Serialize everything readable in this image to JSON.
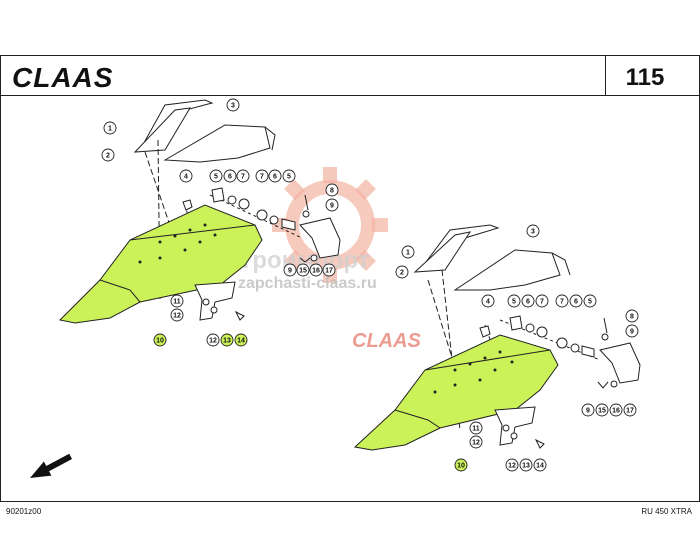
{
  "header": {
    "brand": "CLAAS",
    "page_number": "115"
  },
  "watermark": {
    "line1": "Агроимпорт",
    "line2": "zapchasti-claas.ru",
    "brand": "CLAAS"
  },
  "footer": {
    "drawing_code": "90201z00",
    "model": "RU 450 XTRA"
  },
  "colors": {
    "part_highlight": "#ccf25a",
    "callout_highlight": "#ccf25a",
    "watermark_gear": "#f3b3a2",
    "watermark_brand": "#e67b6b",
    "line": "#222222"
  },
  "assembly_left": {
    "callouts": [
      "1",
      "2",
      "3",
      "4",
      "5",
      "6",
      "7",
      "7",
      "6",
      "5",
      "8",
      "9",
      "9",
      "15",
      "16",
      "17",
      "10",
      "11",
      "12",
      "12",
      "13",
      "14"
    ]
  },
  "assembly_right": {
    "callouts": [
      "1",
      "2",
      "3",
      "4",
      "5",
      "6",
      "7",
      "7",
      "6",
      "5",
      "8",
      "9",
      "9",
      "15",
      "16",
      "17",
      "10",
      "11",
      "12",
      "12",
      "13",
      "14"
    ]
  }
}
